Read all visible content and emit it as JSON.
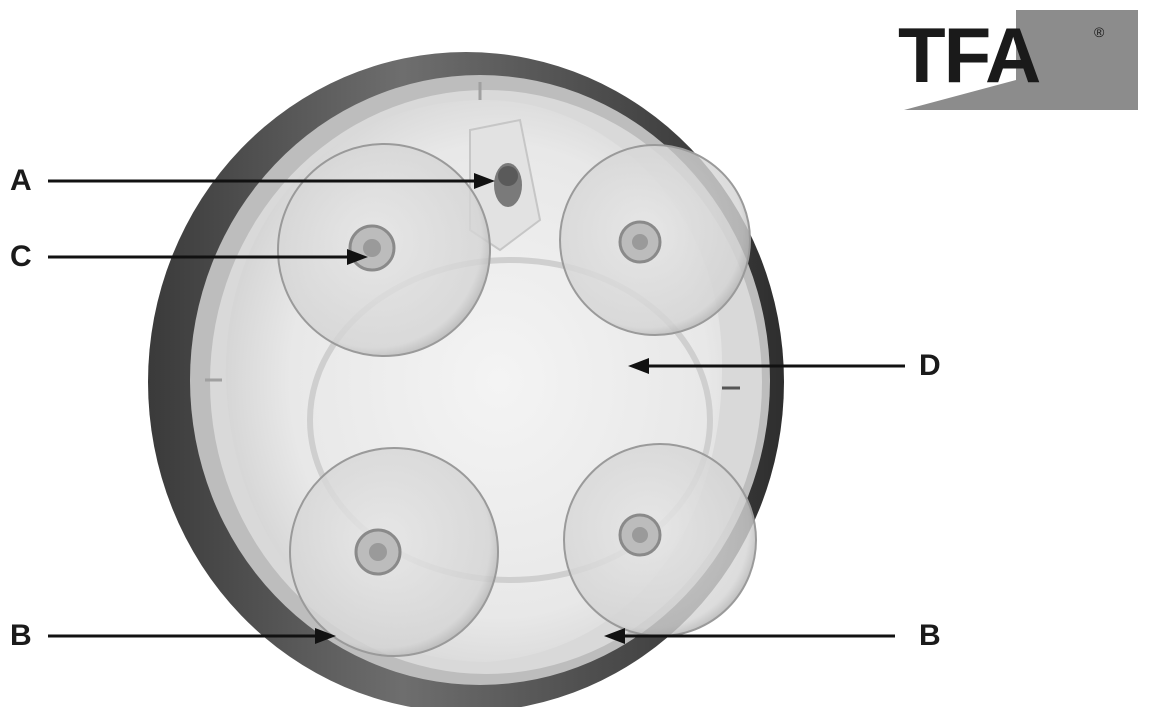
{
  "brand": {
    "logo_text": "TFA",
    "logo_reg": "®",
    "colors": {
      "logo_dark": "#1a1a1a",
      "logo_gray": "#8c8c8c"
    }
  },
  "callouts": [
    {
      "id": "A",
      "text": "A",
      "side": "left"
    },
    {
      "id": "C",
      "text": "C",
      "side": "left"
    },
    {
      "id": "D",
      "text": "D",
      "side": "right"
    },
    {
      "id": "B_left",
      "text": "B",
      "side": "left"
    },
    {
      "id": "B_right",
      "text": "B",
      "side": "right"
    }
  ],
  "image": {
    "subject": "back-of-round-device-icon",
    "colors": {
      "rim": "#4a4a4a",
      "body": "#eeeeee",
      "suction_cup": "#d8d8d8"
    }
  }
}
